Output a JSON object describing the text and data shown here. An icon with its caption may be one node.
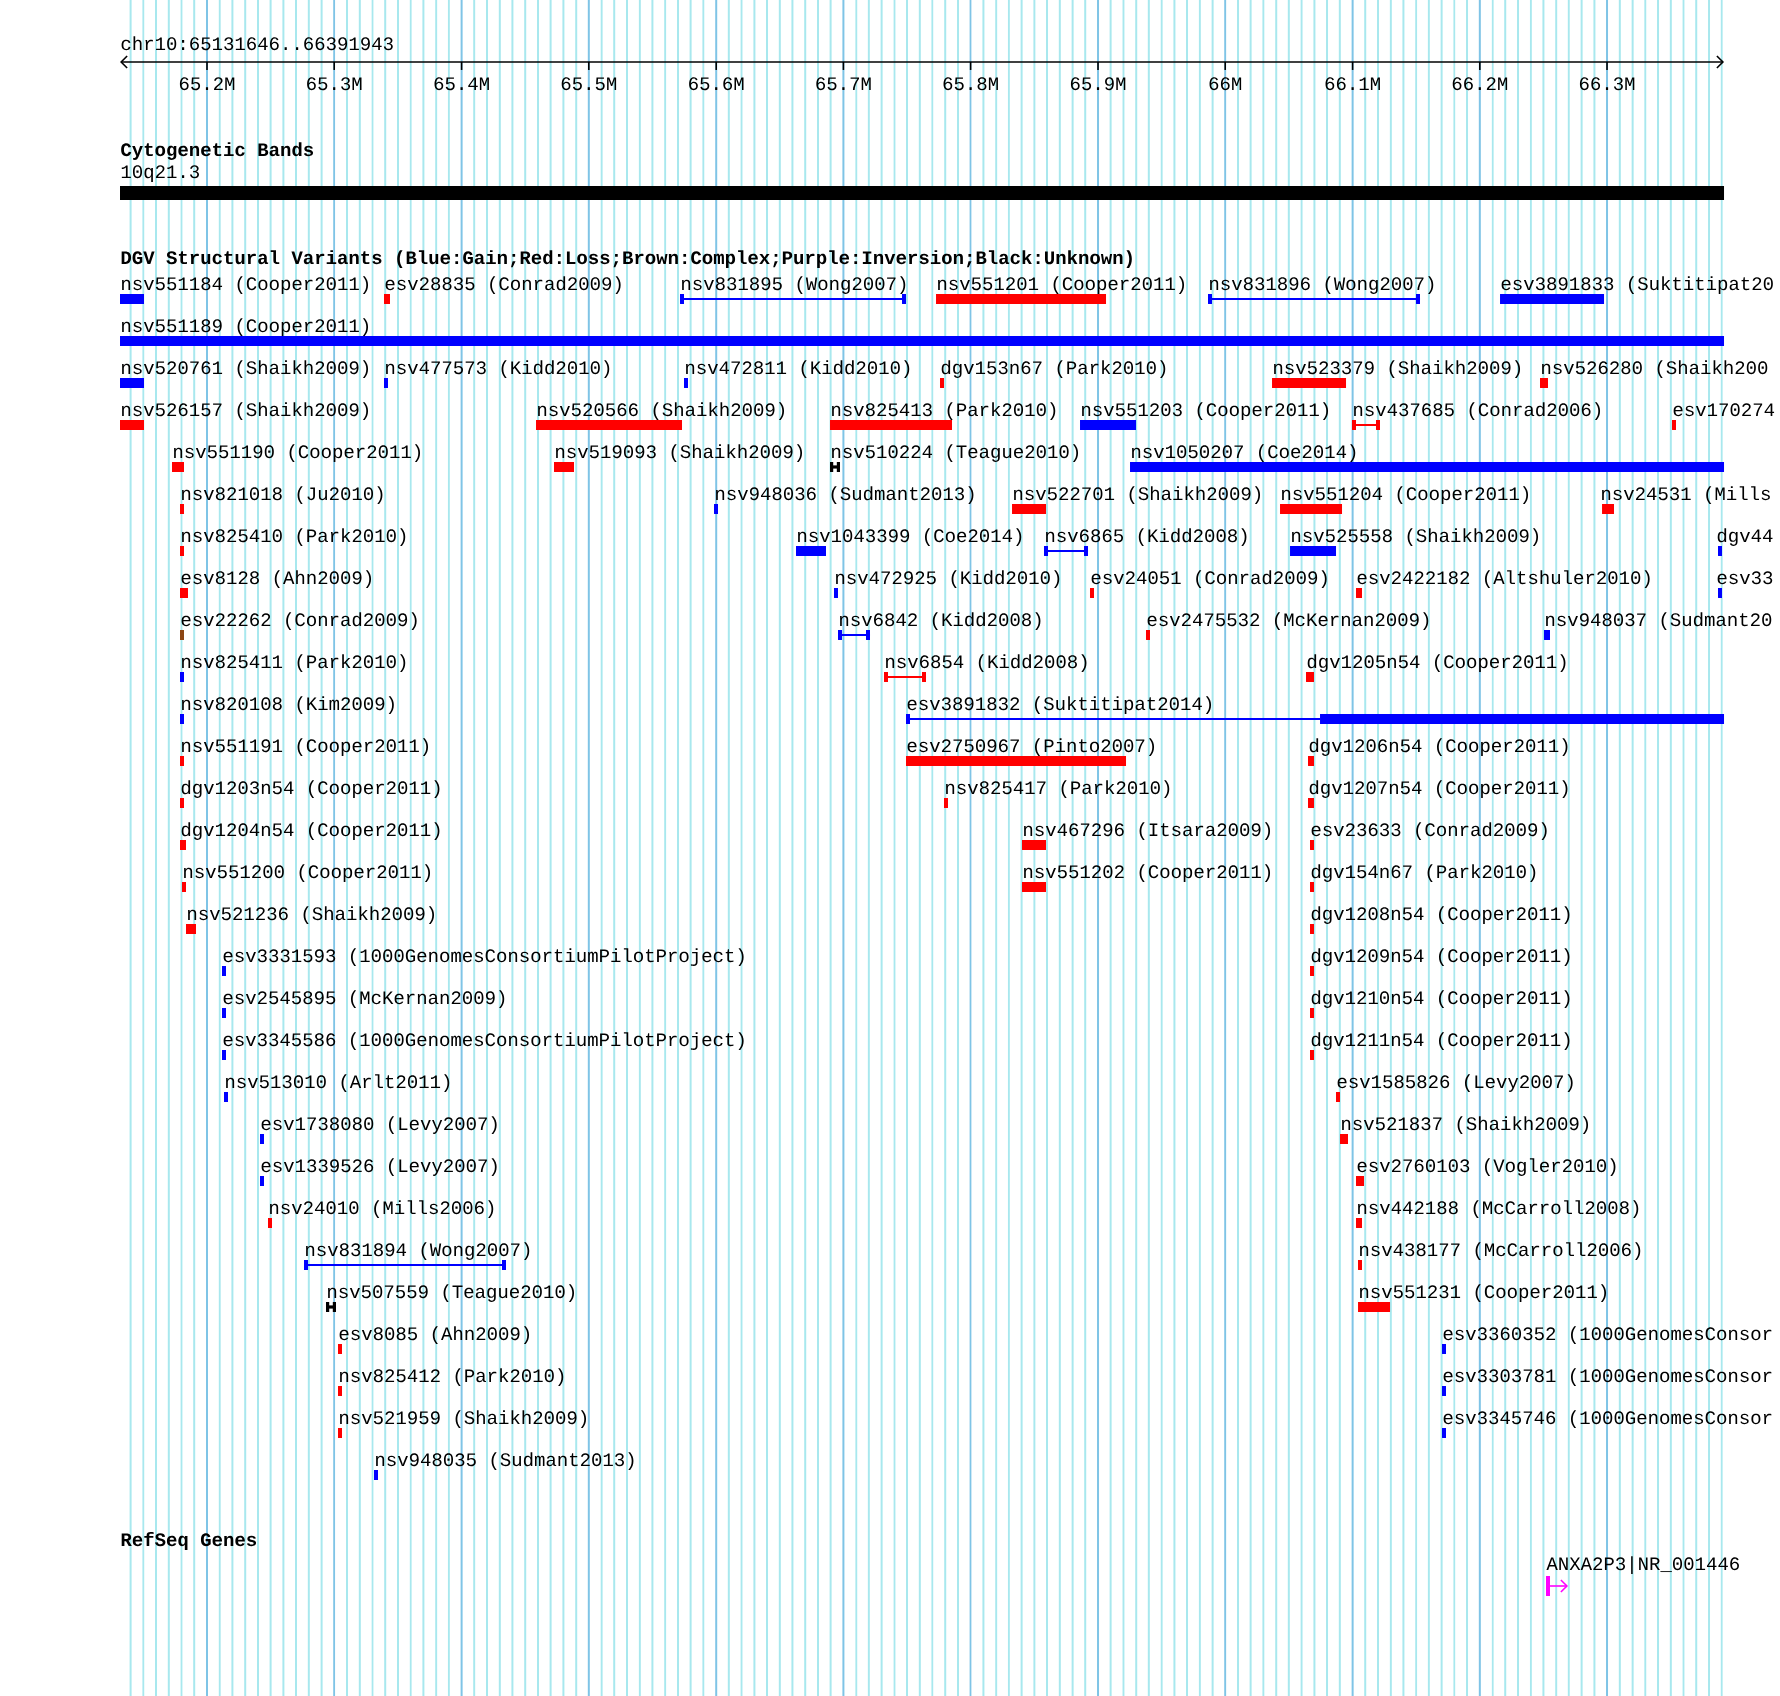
{
  "diagram": {
    "nodes": [
      {
        "text": [
          "10q21.3"
        ]
      },
      {
        "text": [
          "nsv551184 (Cooper2011)"
        ]
      },
      {
        "text": [
          "esv28835 (Conrad2009)"
        ]
      },
      {
        "text": [
          "nsv831895 (Wong2007)"
        ]
      },
      {
        "text": [
          "nsv551201 (Cooper2011)"
        ]
      },
      {
        "text": [
          "nsv831896 (Wong2007)"
        ]
      },
      {
        "text": [
          "esv3891833 (Suktitipat20"
        ]
      },
      {
        "text": [
          "nsv551189 (Cooper2011)"
        ]
      },
      {
        "text": [
          "nsv520761 (Shaikh2009)"
        ]
      },
      {
        "text": [
          "nsv477573 (Kidd2010)"
        ]
      },
      {
        "text": [
          "nsv472811 (Kidd2010)"
        ]
      },
      {
        "text": [
          "dgv153n67 (Park2010)"
        ]
      },
      {
        "text": [
          "nsv523379 (Shaikh2009)"
        ]
      },
      {
        "text": [
          "nsv526280 (Shaikh200"
        ]
      },
      {
        "text": [
          "nsv526157 (Shaikh2009)"
        ]
      },
      {
        "text": [
          "nsv520566 (Shaikh2009)"
        ]
      },
      {
        "text": [
          "nsv825413 (Park2010)"
        ]
      },
      {
        "text": [
          "nsv551203 (Cooper2011)"
        ]
      },
      {
        "text": [
          "nsv437685 (Conrad2006)"
        ]
      },
      {
        "text": [
          "esv170274"
        ]
      },
      {
        "text": [
          "nsv551190 (Cooper2011)"
        ]
      },
      {
        "text": [
          "nsv519093 (Shaikh2009)"
        ]
      },
      {
        "text": [
          "nsv510224 (Teague2010)"
        ]
      },
      {
        "text": [
          "nsv1050207 (Coe2014)"
        ]
      },
      {
        "text": [
          "nsv821018 (Ju2010)"
        ]
      },
      {
        "text": [
          "nsv948036 (Sudmant2013)"
        ]
      },
      {
        "text": [
          "nsv522701 (Shaikh2009)"
        ]
      },
      {
        "text": [
          "nsv551204 (Cooper2011)"
        ]
      },
      {
        "text": [
          "nsv24531 (Mills"
        ]
      },
      {
        "text": [
          "nsv825410 (Park2010)"
        ]
      },
      {
        "text": [
          "nsv1043399 (Coe2014)"
        ]
      },
      {
        "text": [
          "nsv6865 (Kidd2008)"
        ]
      },
      {
        "text": [
          "nsv525558 (Shaikh2009)"
        ]
      },
      {
        "text": [
          "dgv44"
        ]
      },
      {
        "text": [
          "esv8128 (Ahn2009)"
        ]
      },
      {
        "text": [
          "nsv472925 (Kidd2010)"
        ]
      },
      {
        "text": [
          "esv24051 (Conrad2009)"
        ]
      },
      {
        "text": [
          "esv2422182 (Altshuler2010)"
        ]
      },
      {
        "text": [
          "esv33"
        ]
      },
      {
        "text": [
          "esv22262 (Conrad2009)"
        ]
      },
      {
        "text": [
          "nsv6842 (Kidd2008)"
        ]
      },
      {
        "text": [
          "esv2475532 (McKernan2009)"
        ]
      },
      {
        "text": [
          "nsv948037 (Sudmant20"
        ]
      },
      {
        "text": [
          "nsv825411 (Park2010)"
        ]
      },
      {
        "text": [
          "nsv6854 (Kidd2008)"
        ]
      },
      {
        "text": [
          "dgv1205n54 (Cooper2011)"
        ]
      },
      {
        "text": [
          "nsv820108 (Kim2009)"
        ]
      },
      {
        "text": [
          "esv3891832 (Suktitipat2014)"
        ]
      },
      {
        "text": [
          "nsv551191 (Cooper2011)"
        ]
      },
      {
        "text": [
          "esv2750967 (Pinto2007)"
        ]
      },
      {
        "text": [
          "dgv1206n54 (Cooper2011)"
        ]
      },
      {
        "text": [
          "dgv1203n54 (Cooper2011)"
        ]
      },
      {
        "text": [
          "nsv825417 (Park2010)"
        ]
      },
      {
        "text": [
          "dgv1207n54 (Cooper2011)"
        ]
      },
      {
        "text": [
          "dgv1204n54 (Cooper2011)"
        ]
      },
      {
        "text": [
          "nsv467296 (Itsara2009)"
        ]
      },
      {
        "text": [
          "esv23633 (Conrad2009)"
        ]
      },
      {
        "text": [
          "nsv551200 (Cooper2011)"
        ]
      },
      {
        "text": [
          "nsv551202 (Cooper2011)"
        ]
      },
      {
        "text": [
          "dgv154n67 (Park2010)"
        ]
      },
      {
        "text": [
          "nsv521236 (Shaikh2009)"
        ]
      },
      {
        "text": [
          "dgv1208n54 (Cooper2011)"
        ]
      },
      {
        "text": [
          "esv3331593 (1000GenomesConsortiumPilotProject)"
        ]
      },
      {
        "text": [
          "dgv1209n54 (Cooper2011)"
        ]
      },
      {
        "text": [
          "esv2545895 (McKernan2009)"
        ]
      },
      {
        "text": [
          "dgv1210n54 (Cooper2011)"
        ]
      },
      {
        "text": [
          "esv3345586 (1000GenomesConsortiumPilotProject)"
        ]
      },
      {
        "text": [
          "dgv1211n54 (Cooper2011)"
        ]
      },
      {
        "text": [
          "nsv513010 (Arlt2011)"
        ]
      },
      {
        "text": [
          "esv1585826 (Levy2007)"
        ]
      },
      {
        "text": [
          "esv1738080 (Levy2007)"
        ]
      },
      {
        "text": [
          "nsv521837 (Shaikh2009)"
        ]
      },
      {
        "text": [
          "esv1339526 (Levy2007)"
        ]
      },
      {
        "text": [
          "esv2760103 (Vogler2010)"
        ]
      },
      {
        "text": [
          "nsv24010 (Mills2006)"
        ]
      },
      {
        "text": [
          "nsv442188 (McCarroll2008)"
        ]
      },
      {
        "text": [
          "nsv831894 (Wong2007)"
        ]
      },
      {
        "text": [
          "nsv438177 (McCarroll2006)"
        ]
      },
      {
        "text": [
          "nsv507559 (Teague2010)"
        ]
      },
      {
        "text": [
          "nsv551231 (Cooper2011)"
        ]
      },
      {
        "text": [
          "esv8085 (Ahn2009)"
        ]
      },
      {
        "text": [
          "esv3360352 (1000GenomesConsor"
        ]
      },
      {
        "text": [
          "nsv825412 (Park2010)"
        ]
      },
      {
        "text": [
          "esv3303781 (1000GenomesConsor"
        ]
      },
      {
        "text": [
          "nsv521959 (Shaikh2009)"
        ]
      },
      {
        "text": [
          "esv3345746 (1000GenomesConsor"
        ]
      },
      {
        "text": [
          "nsv948035 (Sudmant2013)"
        ]
      },
      {
        "text": [
          "ANXA2P3|NR_001446"
        ]
      }
    ],
    "labels": [
      "chr10:65131646..66391943",
      "65.2M",
      "65.3M",
      "65.4M",
      "65.5M",
      "65.6M",
      "65.7M",
      "65.8M",
      "65.9M",
      "66M",
      "66.1M",
      "66.2M",
      "66.3M",
      "Cytogenetic Bands",
      "DGV Structural Variants (Blue:Gain;Red:Loss;Brown:Complex;Purple:Inversion;Black:Unknown)",
      "RefSeq Genes"
    ]
  }
}
